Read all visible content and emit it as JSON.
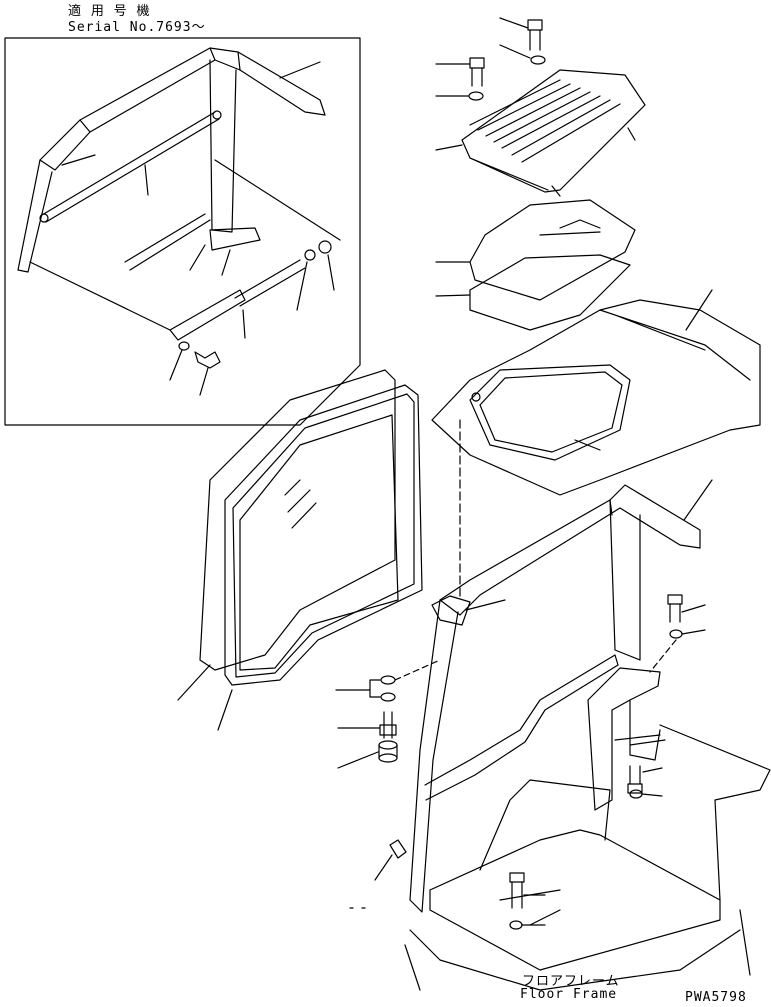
{
  "header": {
    "applicable_label": "適 用 号 機",
    "serial_label": "Serial No.7693～"
  },
  "footer": {
    "floor_frame_jp": "フロアフレーム",
    "floor_frame_en": "Floor Frame",
    "drawing_code": "PWA5798"
  }
}
